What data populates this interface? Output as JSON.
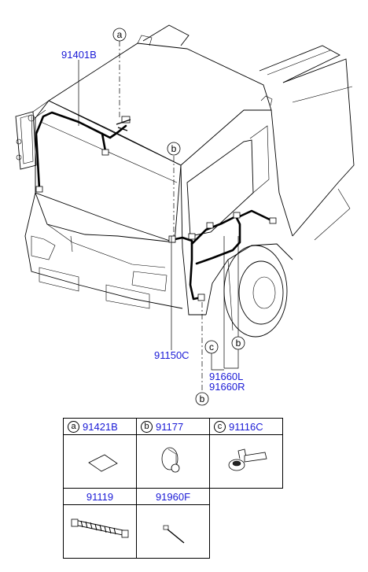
{
  "callouts": {
    "a": "a",
    "b_top": "b",
    "b_right": "b",
    "b_bottom": "b",
    "c": "c"
  },
  "part_labels": {
    "harness_main": "91401B",
    "harness_front": "91150C",
    "harness_left": "91660L",
    "harness_right": "91660R"
  },
  "parts_table": [
    {
      "letter": "a",
      "part_no": "91421B",
      "icon": "pad-icon"
    },
    {
      "letter": "b",
      "part_no": "91177",
      "icon": "grommet-icon"
    },
    {
      "letter": "c",
      "part_no": "91116C",
      "icon": "clip-icon"
    },
    {
      "letter": "",
      "part_no": "91119",
      "icon": "protector-tube-icon"
    },
    {
      "letter": "",
      "part_no": "91960F",
      "icon": "cable-tie-icon"
    }
  ],
  "colors": {
    "label": "#1a1ad6",
    "line": "#000000"
  }
}
